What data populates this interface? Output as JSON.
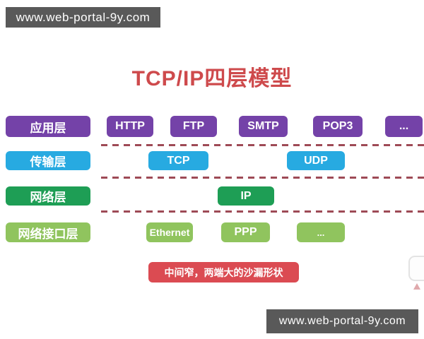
{
  "watermarks": {
    "top": "www.web-portal-9y.com",
    "bottom": "www.web-portal-9y.com"
  },
  "title": "TCP/IP四层模型",
  "layers": [
    {
      "name": "应用层",
      "color": "#7442a8",
      "protocols": [
        "HTTP",
        "FTP",
        "SMTP",
        "POP3",
        "..."
      ]
    },
    {
      "name": "传输层",
      "color": "#27aae1",
      "protocols": [
        "TCP",
        "UDP"
      ]
    },
    {
      "name": "网络层",
      "color": "#1e9e55",
      "protocols": [
        "IP"
      ]
    },
    {
      "name": "网络接口层",
      "color": "#90c45e",
      "protocols": [
        "Ethernet",
        "PPP",
        "..."
      ]
    }
  ],
  "note": "中间窄，两端大的沙漏形状",
  "colors": {
    "title_red": "#ce4a4c",
    "note_red": "#db4b52",
    "dashed_line": "#9e4a56",
    "banner_gray": "#595959",
    "application_purple": "#7442a8",
    "transport_blue": "#27aae1",
    "network_green": "#1e9e55",
    "link_light_green": "#90c45e"
  }
}
